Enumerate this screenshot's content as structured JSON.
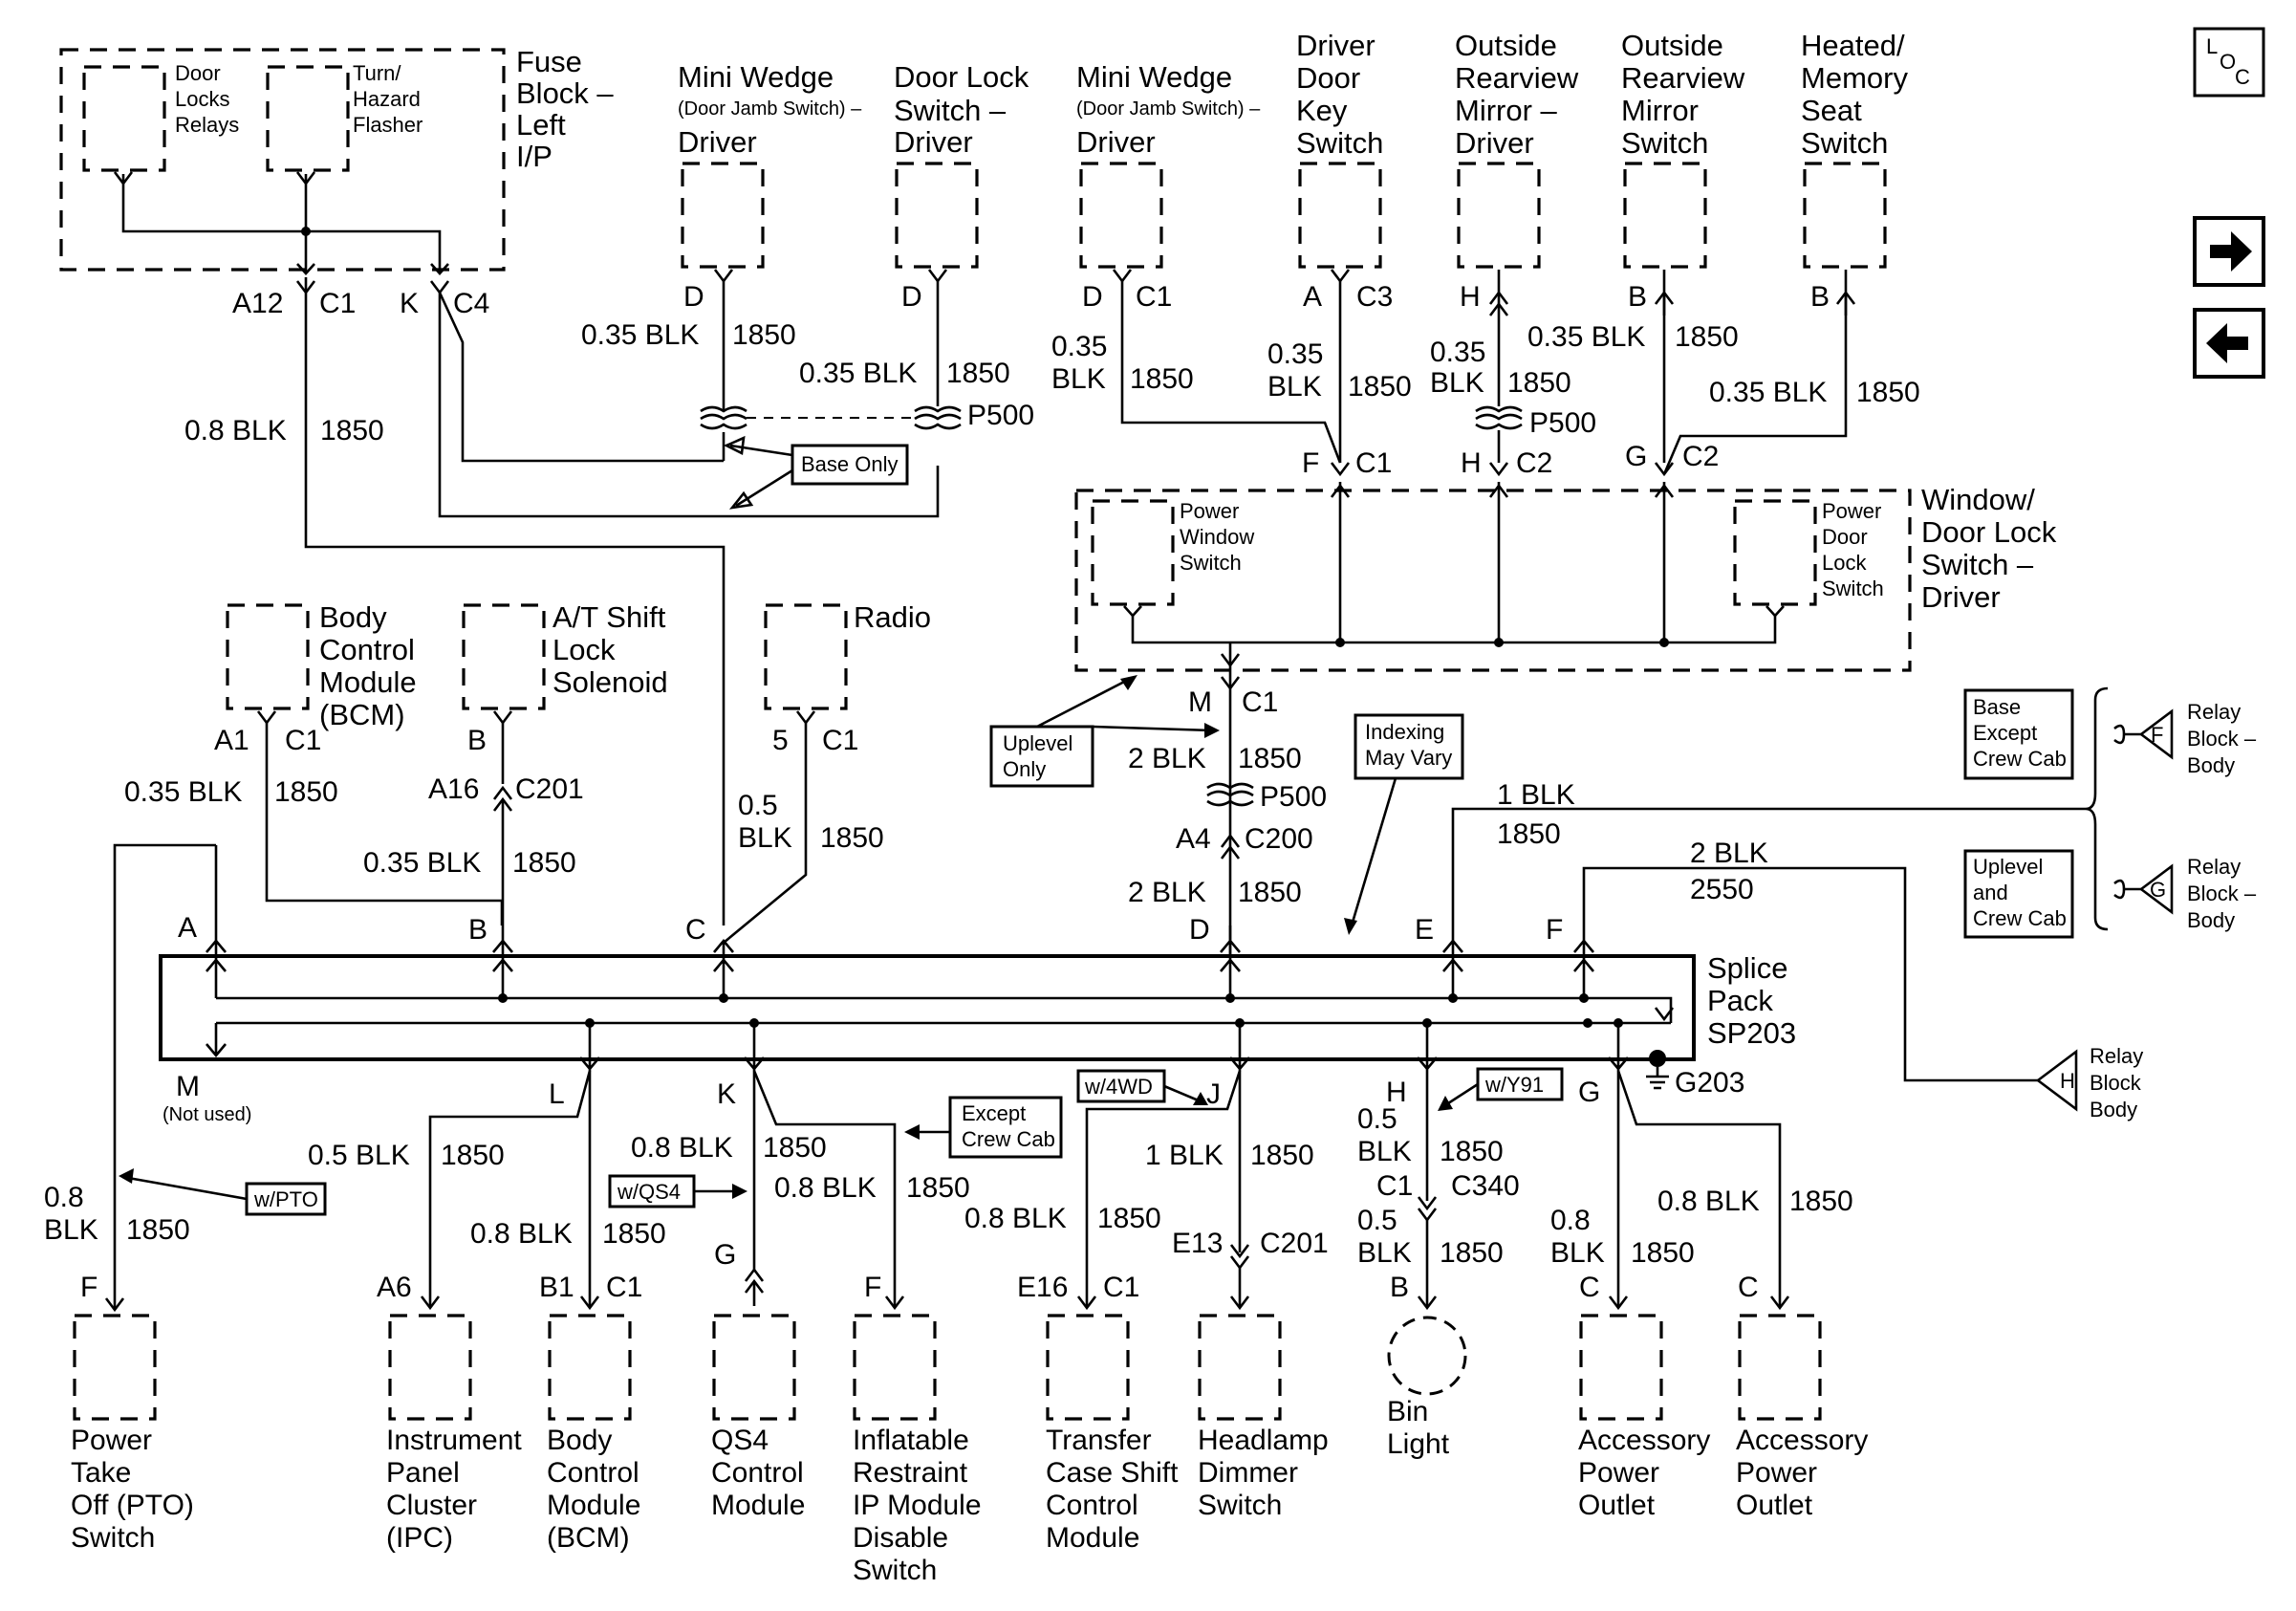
{
  "fuse_block": {
    "label": [
      "Fuse",
      "Block –",
      "Left",
      "I/P"
    ],
    "relays": [
      "Door",
      "Locks",
      "Relays"
    ],
    "flasher": [
      "Turn/",
      "Hazard",
      "Flasher"
    ],
    "pin1": "A12",
    "conn1": "C1",
    "pin2": "K",
    "conn2": "C4",
    "wire": "0.8 BLK",
    "circuit": "1850"
  },
  "mini_wedge_1": {
    "title": "Mini Wedge",
    "sub": "(Door Jamb Switch) –",
    "side": "Driver",
    "pin": "D",
    "wire": "0.35 BLK",
    "circuit": "1850"
  },
  "door_lock_switch": {
    "title": "Door Lock",
    "title2": "Switch –",
    "side": "Driver",
    "pin": "D",
    "wire": "0.35 BLK",
    "circuit": "1850",
    "splice": "P500"
  },
  "base_only": "Base Only",
  "mini_wedge_2": {
    "title": "Mini Wedge",
    "sub": "(Door Jamb Switch) –",
    "side": "Driver",
    "pin": "D",
    "conn": "C1",
    "wire1": "0.35",
    "wire2": "BLK",
    "circuit": "1850"
  },
  "driver_key_switch": {
    "label": [
      "Driver",
      "Door",
      "Key",
      "Switch"
    ],
    "pin": "A",
    "conn": "C3",
    "wire1": "0.35",
    "wire2": "BLK",
    "circuit": "1850",
    "pin_low": "F",
    "conn_low": "C1"
  },
  "mirror_driver": {
    "label": [
      "Outside",
      "Rearview",
      "Mirror –",
      "Driver"
    ],
    "pin": "H",
    "wire1": "0.35",
    "wire2": "BLK",
    "circuit": "1850",
    "splice": "P500",
    "pin_low": "H",
    "conn_low": "C2"
  },
  "mirror_switch": {
    "label": [
      "Outside",
      "Rearview",
      "Mirror",
      "Switch"
    ],
    "pin": "B",
    "wire": "0.35 BLK",
    "circuit": "1850",
    "pin_low": "G",
    "conn_low": "C2"
  },
  "heated_seat": {
    "label": [
      "Heated/",
      "Memory",
      "Seat",
      "Switch"
    ],
    "pin": "B",
    "wire": "0.35 BLK",
    "circuit": "1850"
  },
  "window_switch": {
    "label": [
      "Window/",
      "Door Lock",
      "Switch –",
      "Driver"
    ],
    "pws": [
      "Power",
      "Window",
      "Switch"
    ],
    "pdl": [
      "Power",
      "Door",
      "Lock",
      "Switch"
    ],
    "pin": "M",
    "conn": "C1"
  },
  "uplevel_only": [
    "Uplevel",
    "Only"
  ],
  "mid_wire": {
    "wire1": "2 BLK",
    "circuit1": "1850",
    "splice": "P500",
    "pin": "A4",
    "conn": "C200",
    "wire2": "2 BLK",
    "circuit2": "1850"
  },
  "indexing": [
    "Indexing",
    "May Vary"
  ],
  "bcm_top": {
    "label": [
      "Body",
      "Control",
      "Module",
      "(BCM)"
    ],
    "pin": "A1",
    "conn": "C1",
    "wire": "0.35 BLK",
    "circuit": "1850"
  },
  "at_shift": {
    "label": [
      "A/T Shift",
      "Lock",
      "Solenoid"
    ],
    "pin": "B",
    "pin2": "A16",
    "conn2": "C201",
    "wire": "0.35 BLK",
    "circuit": "1850"
  },
  "radio": {
    "label": "Radio",
    "pin": "5",
    "conn": "C1",
    "wire1": "0.5",
    "wire2": "BLK",
    "circuit": "1850"
  },
  "relay_f": {
    "box": [
      "Base",
      "Except",
      "Crew Cab"
    ],
    "letter": "F",
    "label": [
      "Relay",
      "Block –",
      "Body"
    ],
    "wire": "1 BLK",
    "circuit": "1850"
  },
  "relay_g": {
    "box": [
      "Uplevel",
      "and",
      "Crew Cab"
    ],
    "letter": "G",
    "label": [
      "Relay",
      "Block –",
      "Body"
    ],
    "wire": "2 BLK",
    "circuit": "2550"
  },
  "relay_h": {
    "letter": "H",
    "label": [
      "Relay",
      "Block",
      "Body"
    ]
  },
  "splice_pack": {
    "label": [
      "Splice",
      "Pack",
      "SP203"
    ],
    "top_pins": [
      "A",
      "B",
      "C",
      "D",
      "E",
      "F"
    ],
    "ground": "G203"
  },
  "bottom": {
    "pto": {
      "pin": "M",
      "not_used": "(Not used)",
      "wire1": "0.8",
      "wire2": "BLK",
      "circuit": "1850",
      "tag": "w/PTO",
      "conn_pin": "F",
      "label": [
        "Power",
        "Take",
        "Off (PTO)",
        "Switch"
      ]
    },
    "ipc": {
      "pin": "L",
      "wire": "0.5 BLK",
      "circuit": "1850",
      "conn_pin": "A6",
      "label": [
        "Instrument",
        "Panel",
        "Cluster",
        "(IPC)"
      ]
    },
    "bcm": {
      "wire": "0.8 BLK",
      "circuit": "1850",
      "conn_pin": "B1",
      "conn": "C1",
      "label": [
        "Body",
        "Control",
        "Module",
        "(BCM)"
      ]
    },
    "qs4": {
      "pin": "K",
      "wire": "0.8 BLK",
      "circuit": "1850",
      "tag": "w/QS4",
      "conn_pin": "G",
      "label": [
        "QS4",
        "Control",
        "Module"
      ]
    },
    "airbag": {
      "tag": [
        "Except",
        "Crew Cab"
      ],
      "wire": "0.8 BLK",
      "circuit": "1850",
      "conn_pin": "F",
      "label": [
        "Inflatable",
        "Restraint",
        "IP Module",
        "Disable",
        "Switch"
      ]
    },
    "transfer": {
      "tag": "w/4WD",
      "pin": "J",
      "wire": "0.8 BLK",
      "circuit": "1850",
      "conn_pin": "E16",
      "conn": "C1",
      "label": [
        "Transfer",
        "Case Shift",
        "Control",
        "Module"
      ]
    },
    "headlamp": {
      "wire": "1 BLK",
      "circuit": "1850",
      "conn_pin": "E13",
      "conn": "C201",
      "label": [
        "Headlamp",
        "Dimmer",
        "Switch"
      ]
    },
    "bin": {
      "pin": "H",
      "tag": "w/Y91",
      "wire_a1": "0.5",
      "wire_a2": "BLK",
      "circuit_a": "1850",
      "c1": "C1",
      "c340": "C340",
      "wire_b1": "0.5",
      "wire_b2": "BLK",
      "circuit_b": "1850",
      "conn_pin": "B",
      "label": [
        "Bin",
        "Light"
      ]
    },
    "outlet1": {
      "pin": "G",
      "wire1": "0.8",
      "wire2": "BLK",
      "circuit": "1850",
      "conn_pin": "C",
      "label": [
        "Accessory",
        "Power",
        "Outlet"
      ]
    },
    "outlet2": {
      "wire": "0.8 BLK",
      "circuit": "1850",
      "conn_pin": "C",
      "label": [
        "Accessory",
        "Power",
        "Outlet"
      ]
    }
  },
  "nav": {
    "loc": [
      "L",
      "O",
      "C"
    ],
    "next": "➜",
    "prev": "⬅"
  }
}
